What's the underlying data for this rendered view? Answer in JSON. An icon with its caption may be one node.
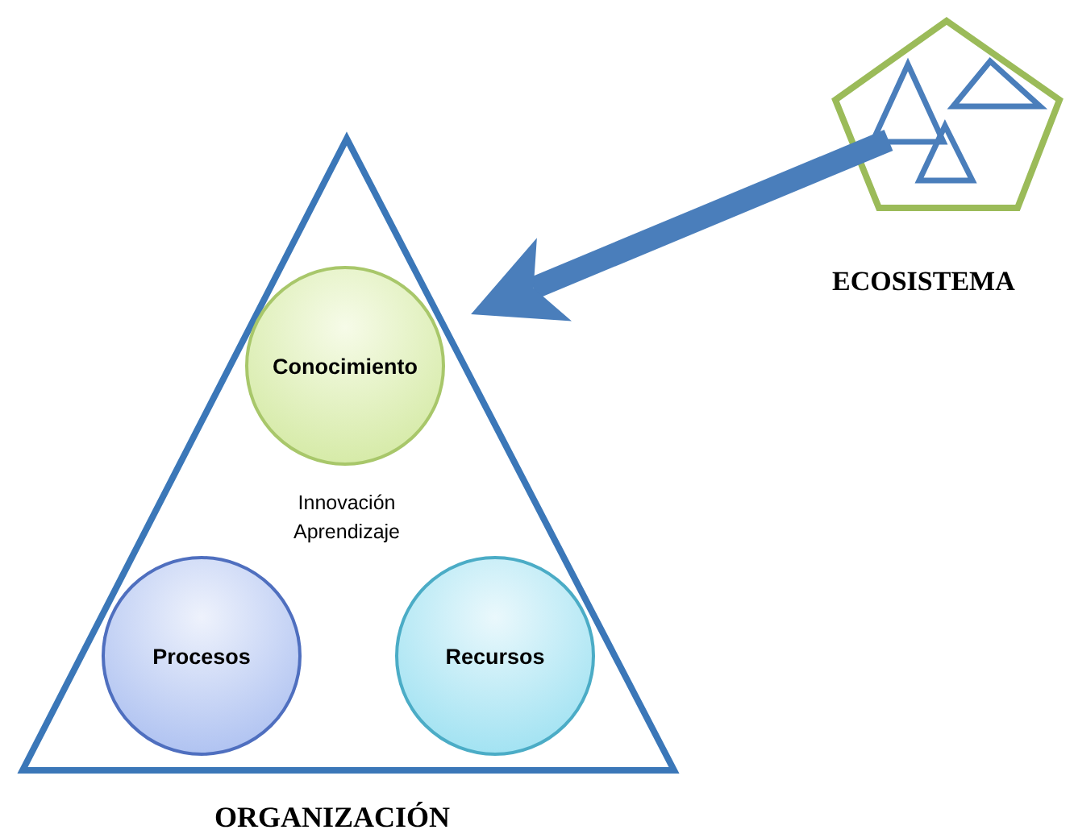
{
  "diagram": {
    "nodes": [
      {
        "text": [
          "ORGANIZACIÓN"
        ]
      },
      {
        "text": [
          "Conocimiento"
        ],
        "in": 0
      },
      {
        "text": [
          "Procesos"
        ],
        "in": 0
      },
      {
        "text": [
          "Recursos"
        ],
        "in": 0
      },
      {
        "text": [
          "ECOSISTEMA"
        ]
      }
    ],
    "edges": [
      {
        "from": 4,
        "to": 0,
        "arrow": "to"
      }
    ],
    "labels": [
      "Innovación Aprendizaje"
    ]
  }
}
